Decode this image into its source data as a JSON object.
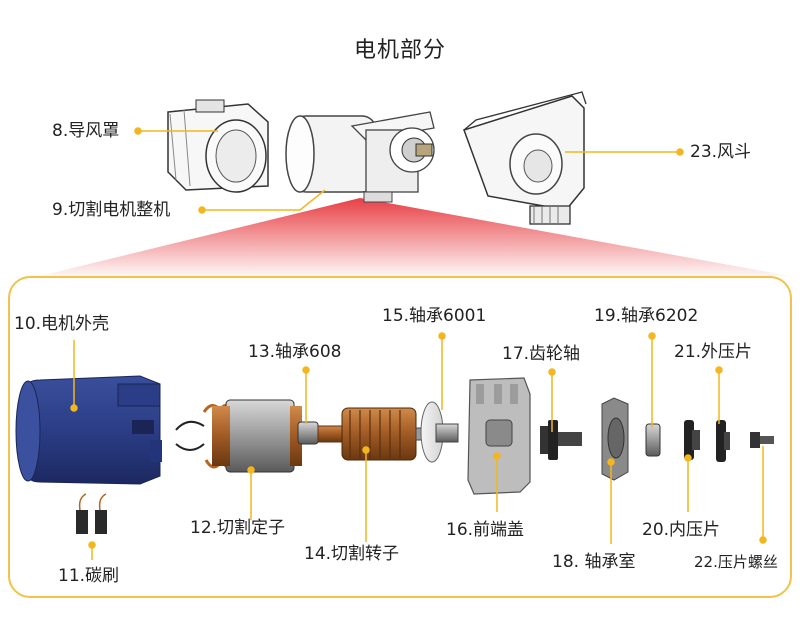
{
  "title": "电机部分",
  "accent_color": "#f3b61f",
  "panel_border_color": "#f2c24a",
  "fan_color": "#e31e24",
  "top_labels": {
    "air_guide": "8.导风罩",
    "motor_assembly": "9.切割电机整机",
    "air_duct": "23.风斗"
  },
  "parts": {
    "motor_housing": "10.电机外壳",
    "carbon_brush": "11.碳刷",
    "stator": "12.切割定子",
    "bearing_608": "13.轴承608",
    "rotor": "14.切割转子",
    "bearing_6001": "15.轴承6001",
    "front_cover": "16.前端盖",
    "gear_shaft": "17.齿轮轴",
    "bearing_housing": "18. 轴承室",
    "bearing_6202": "19.轴承6202",
    "inner_plate": "20.内压片",
    "outer_plate": "21.外压片",
    "plate_screw": "22.压片螺丝"
  }
}
